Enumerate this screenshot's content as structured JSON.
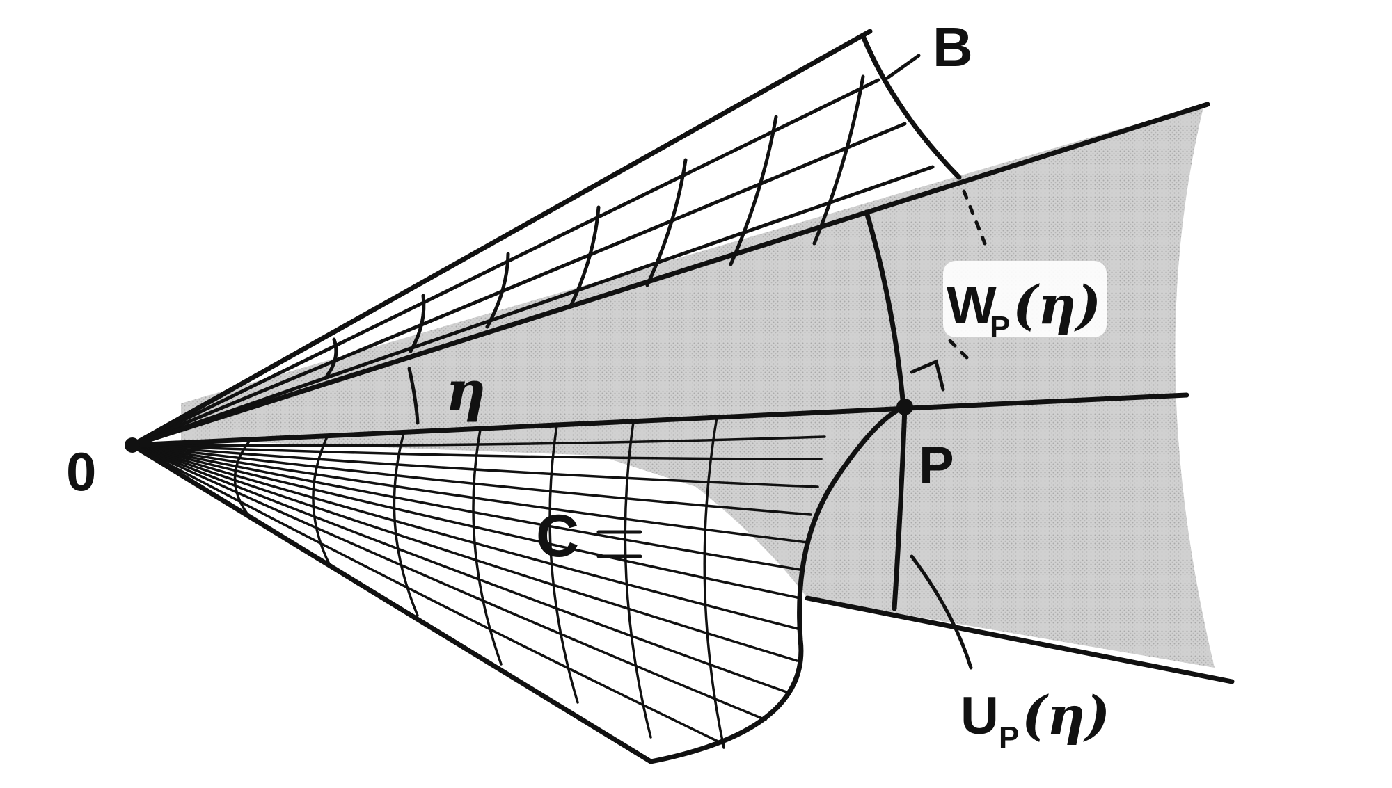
{
  "figure": {
    "labels": {
      "origin": "0",
      "boundary": "B",
      "cone": "C",
      "point": "P",
      "angle": "η",
      "w_main": "W",
      "w_sub": "P",
      "w_arg": "(η)",
      "u_main": "U",
      "u_sub": "P",
      "u_arg": "(η)"
    },
    "colors": {
      "ink": "#111111",
      "shade": "#bdbdbd",
      "background": "#ffffff"
    }
  }
}
